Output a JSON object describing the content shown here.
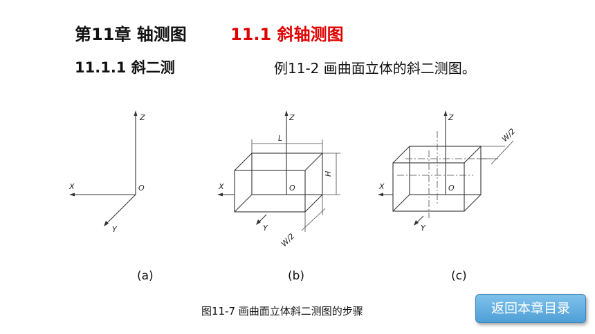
{
  "header": {
    "chapter_title": "第11章  轴测图",
    "section_title": "11.1  斜轴测图"
  },
  "subheader": {
    "subsection_title": "11.1.1  斜二测",
    "example_text": "例11-2  画曲面立体的斜二测图。"
  },
  "figures": {
    "labels": {
      "z": "Z",
      "x": "X",
      "y": "Y",
      "o": "O",
      "l": "L",
      "h": "H",
      "w_half": "W/2"
    },
    "captions": [
      "(a)",
      "(b)",
      "(c)"
    ],
    "figure_caption": "图11-7 画曲面立体斜二测图的步骤"
  },
  "nav": {
    "back_button_label": "返回本章目录"
  },
  "colors": {
    "section_title": "#e00000",
    "button_bg": "#5aa8dc",
    "button_text": "#ffffff"
  }
}
